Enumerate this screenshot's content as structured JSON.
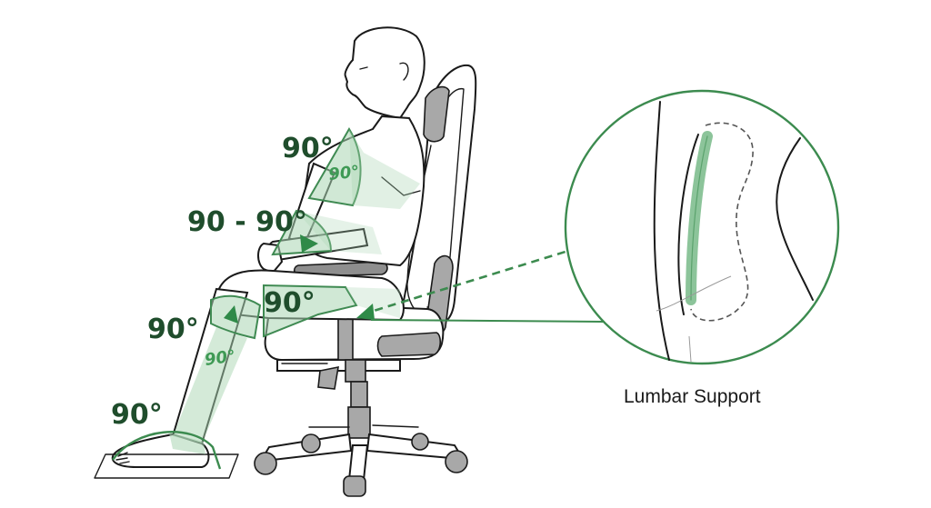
{
  "diagram": {
    "title": "Ergonomic seated posture with lumbar support",
    "accent_color": "#3c8b4f",
    "dark_label_color": "#1f4d2c",
    "angles": [
      {
        "id": "elbow",
        "label": "90°",
        "inner_label": "90°"
      },
      {
        "id": "arm-torso",
        "label": "90 - 90°"
      },
      {
        "id": "hip",
        "inner_label": "90°"
      },
      {
        "id": "knee",
        "label": "90°",
        "inner_label": "90°"
      },
      {
        "id": "ankle",
        "label": "90°"
      }
    ],
    "callout": {
      "label": "Lumbar Support"
    }
  }
}
